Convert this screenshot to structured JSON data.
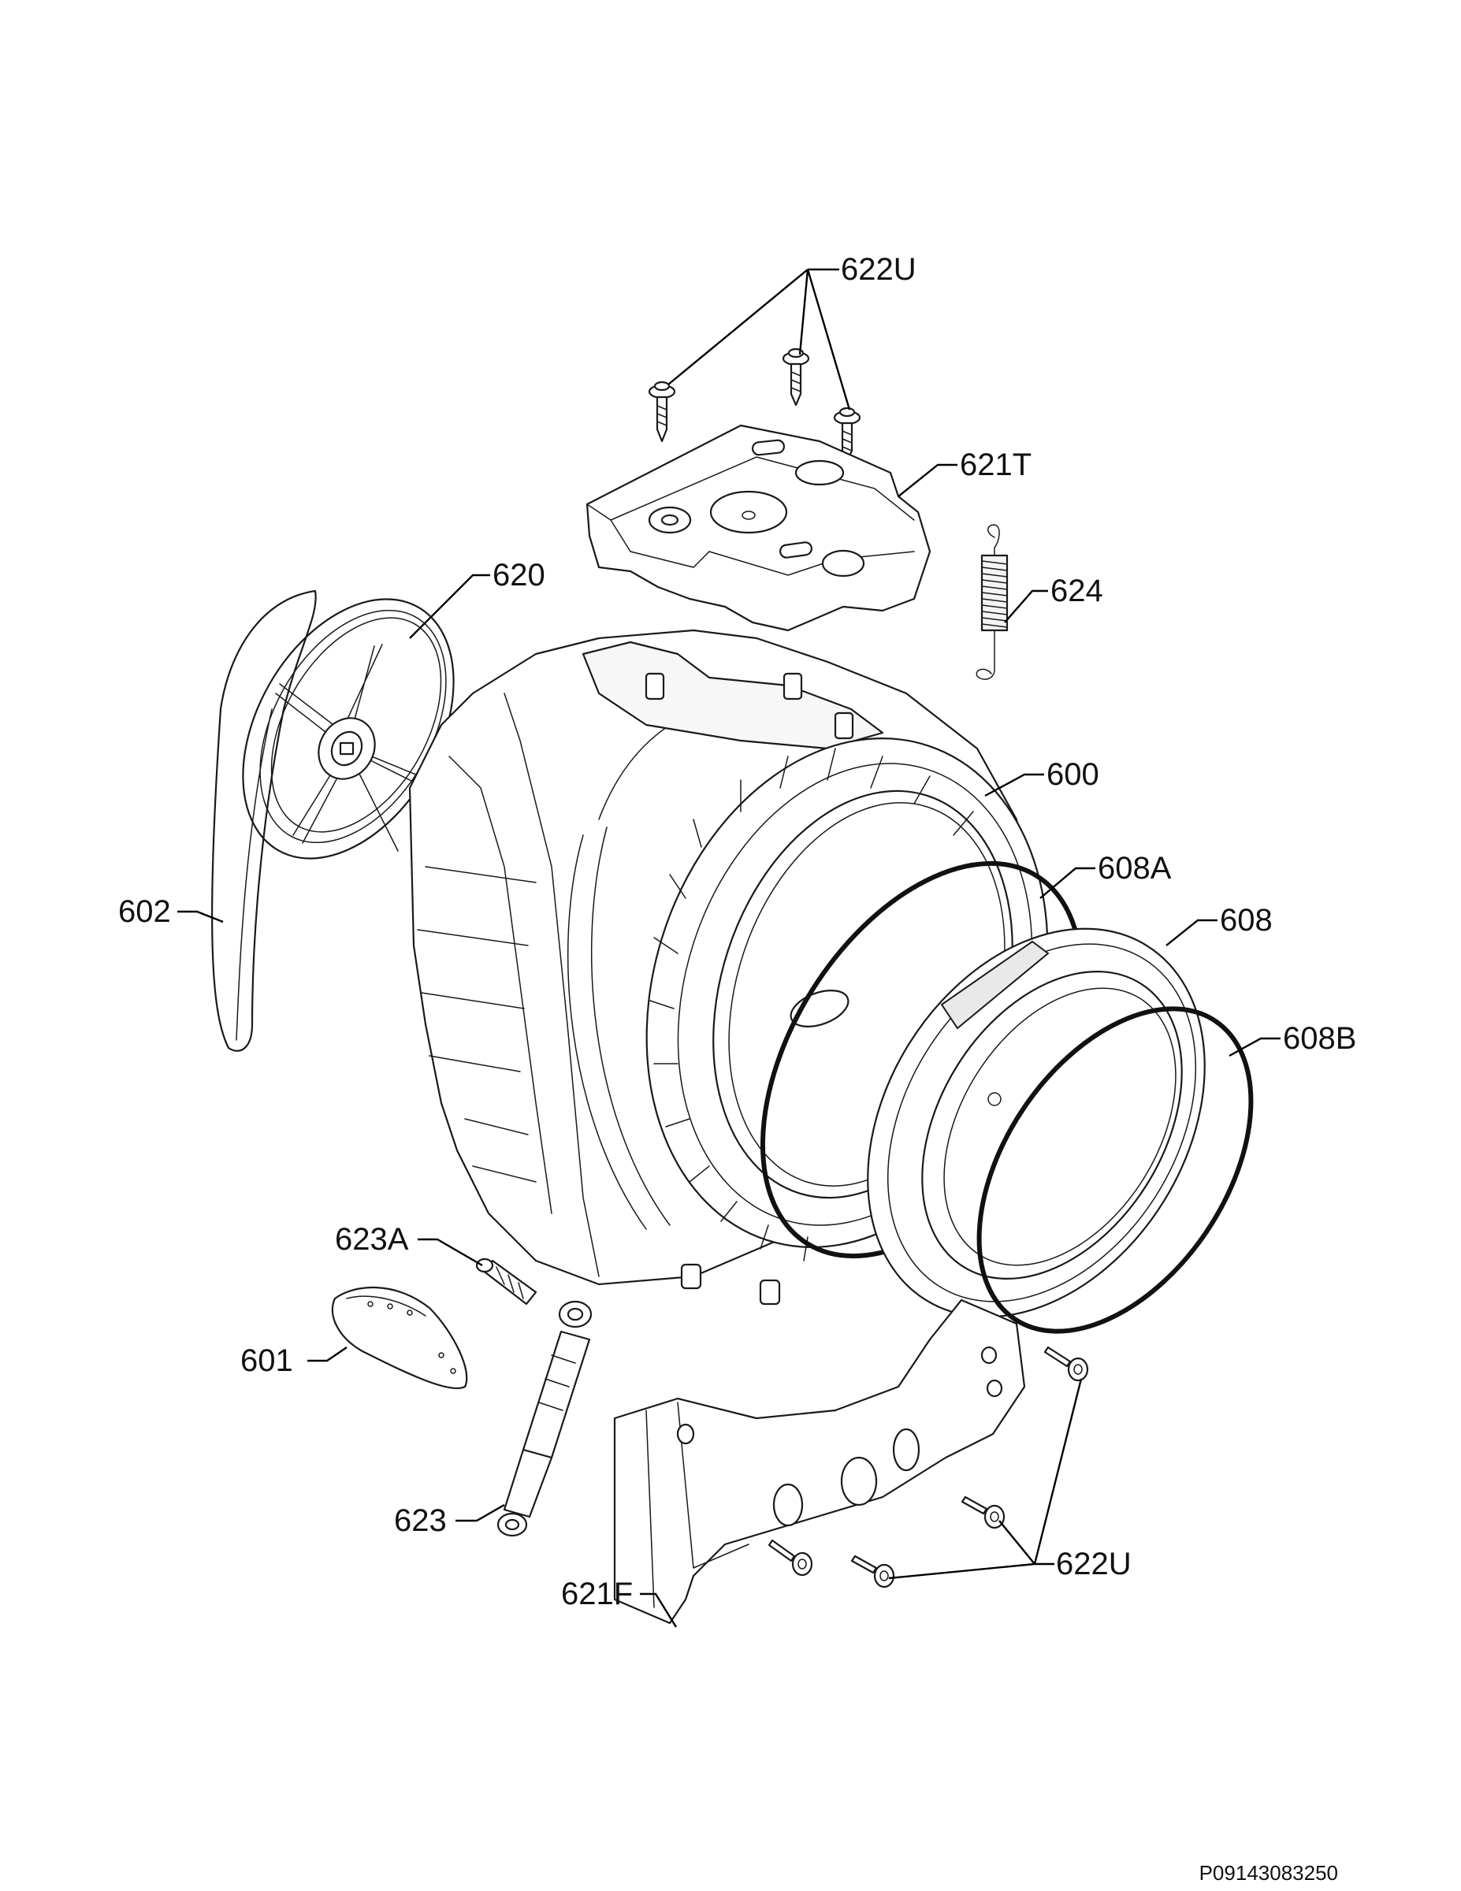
{
  "diagram": {
    "drawing_code": "P09143083250",
    "labels": {
      "l622u_top": "622U",
      "l621t": "621T",
      "l620": "620",
      "l624": "624",
      "l600": "600",
      "l608a": "608A",
      "l602": "602",
      "l608": "608",
      "l608b": "608B",
      "l623a": "623A",
      "l601": "601",
      "l623": "623",
      "l622u_bottom": "622U",
      "l621f": "621F"
    }
  }
}
